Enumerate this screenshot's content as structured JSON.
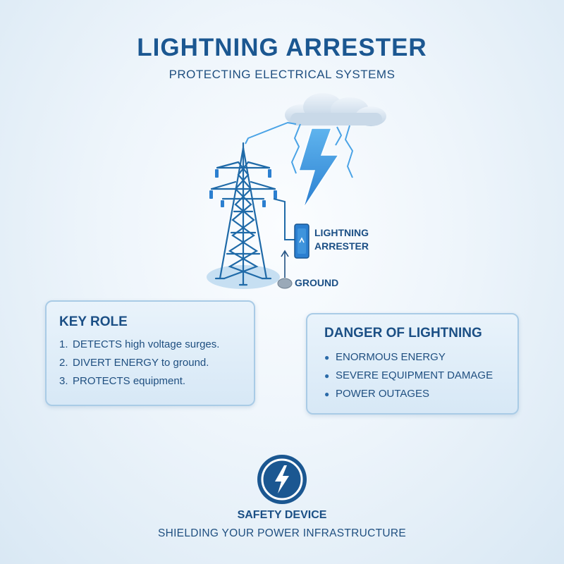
{
  "header": {
    "title": "LIGHTNING ARRESTER",
    "subtitle": "PROTECTING ELECTRICAL SYSTEMS"
  },
  "diagram": {
    "arrester_label_line1": "LIGHTNING",
    "arrester_label_line2": "ARRESTER",
    "ground_label": "GROUND",
    "icons": [
      "cloud-icon",
      "lightning-bolt-icon",
      "transmission-tower-icon",
      "arrester-device-icon",
      "ground-icon"
    ]
  },
  "key_role": {
    "heading": "KEY ROLE",
    "items": [
      {
        "num": "1.",
        "text": "DETECTS high voltage surges."
      },
      {
        "num": "2.",
        "text": "DIVERT ENERGY to ground."
      },
      {
        "num": "3.",
        "text": "PROTECTS equipment."
      }
    ]
  },
  "danger": {
    "heading": "DANGER OF LIGHTNING",
    "items": [
      "ENORMOUS ENERGY",
      "SEVERE EQUIPMENT DAMAGE",
      "POWER OUTAGES"
    ]
  },
  "footer": {
    "badge_icon": "lightning-badge-icon",
    "title": "SAFETY DEVICE",
    "subtitle": "SHIELDING YOUR POWER INFRASTRUCTURE"
  },
  "colors": {
    "primary": "#1b5791",
    "accent": "#2f86cc",
    "card_border": "#a9cbe6",
    "background": "#eef5fb"
  }
}
